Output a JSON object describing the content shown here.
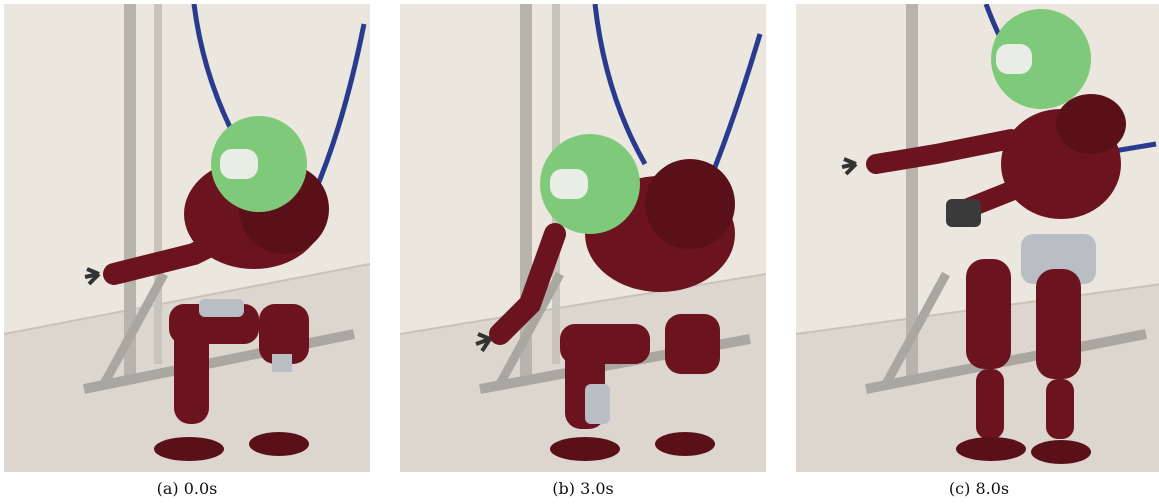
{
  "panels": [
    {
      "caption": "(a) 0.0s",
      "pose": "seated"
    },
    {
      "caption": "(b) 3.0s",
      "pose": "rising"
    },
    {
      "caption": "(c) 8.0s",
      "pose": "standing"
    }
  ],
  "colors": {
    "wall": "#e9e4dc",
    "floor": "#d9d4cc",
    "body": "#6b1420",
    "head": "#7fc97a",
    "metal": "#b9bdc4",
    "strap": "#2a3b8f"
  }
}
